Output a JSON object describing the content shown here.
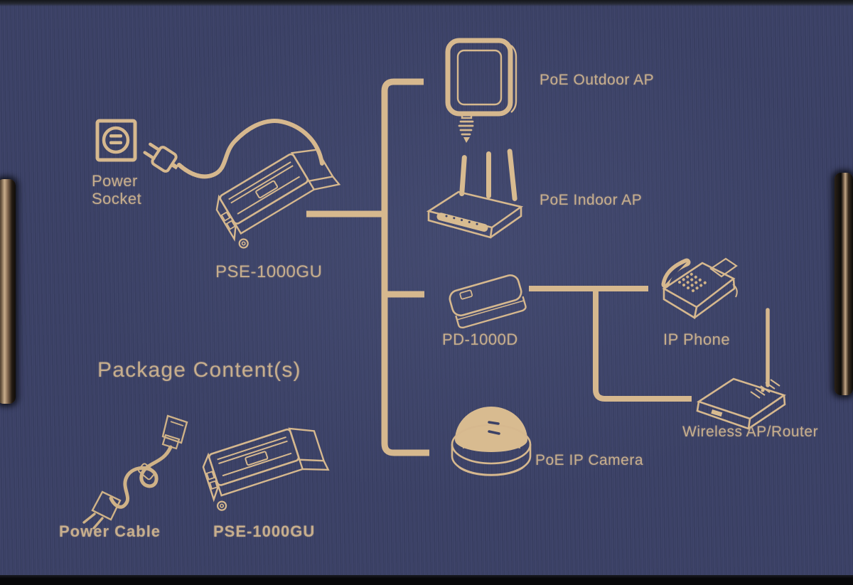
{
  "colors": {
    "background": "#3b4166",
    "line_tan": "#d6b88e",
    "text_tan": "#c7ae8d",
    "edge_black": "#0b0b0d",
    "clip_bronze": "#c4a987"
  },
  "diagram": {
    "labels": {
      "power_socket_line1": "Power",
      "power_socket_line2": "Socket",
      "pse_injector_top": "PSE-1000GU",
      "poe_outdoor_ap": "PoE Outdoor AP",
      "poe_indoor_ap": "PoE Indoor AP",
      "pd_splitter": "PD-1000D",
      "ip_phone": "IP Phone",
      "wireless_ap_router": "Wireless AP/Router",
      "poe_ip_camera": "PoE IP Camera"
    },
    "connections": [
      "Power Socket - PSE-1000GU",
      "PSE-1000GU - PoE Outdoor AP",
      "PSE-1000GU - PoE Indoor AP",
      "PSE-1000GU - PD-1000D",
      "PD-1000D - IP Phone",
      "PD-1000D - Wireless AP/Router",
      "PSE-1000GU - PoE IP Camera"
    ]
  },
  "package_contents": {
    "title": "Package Content(s)",
    "items": [
      {
        "label": "Power Cable"
      },
      {
        "label": "PSE-1000GU"
      }
    ]
  }
}
